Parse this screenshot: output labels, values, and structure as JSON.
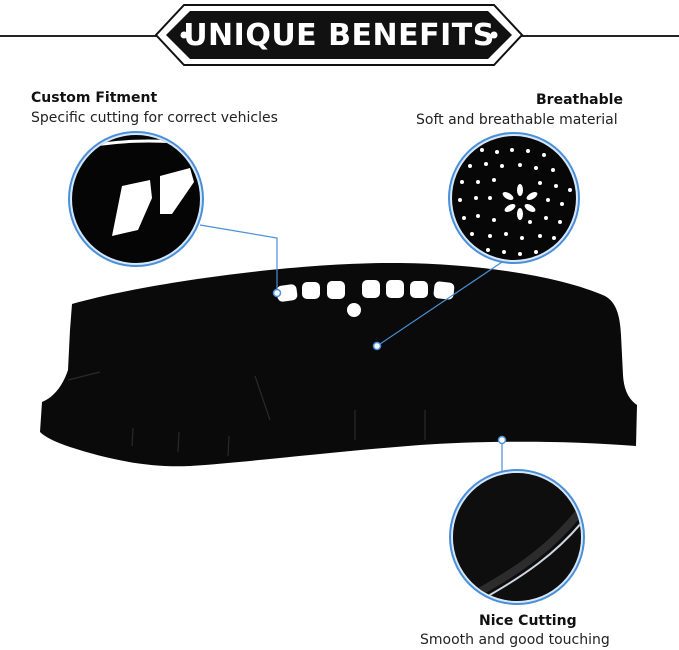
{
  "banner": {
    "title": "UNIQUE BENEFITS"
  },
  "features": {
    "fitment": {
      "title": "Custom Fitment",
      "desc": "Specific cutting for correct vehicles"
    },
    "breathable": {
      "title": "Breathable",
      "desc": "Soft and breathable material"
    },
    "cutting": {
      "title": "Nice Cutting",
      "desc": "Smooth and good touching"
    }
  },
  "colors": {
    "accent": "#4a90d9",
    "mat": "#0a0a0a",
    "banner": "#111111"
  }
}
